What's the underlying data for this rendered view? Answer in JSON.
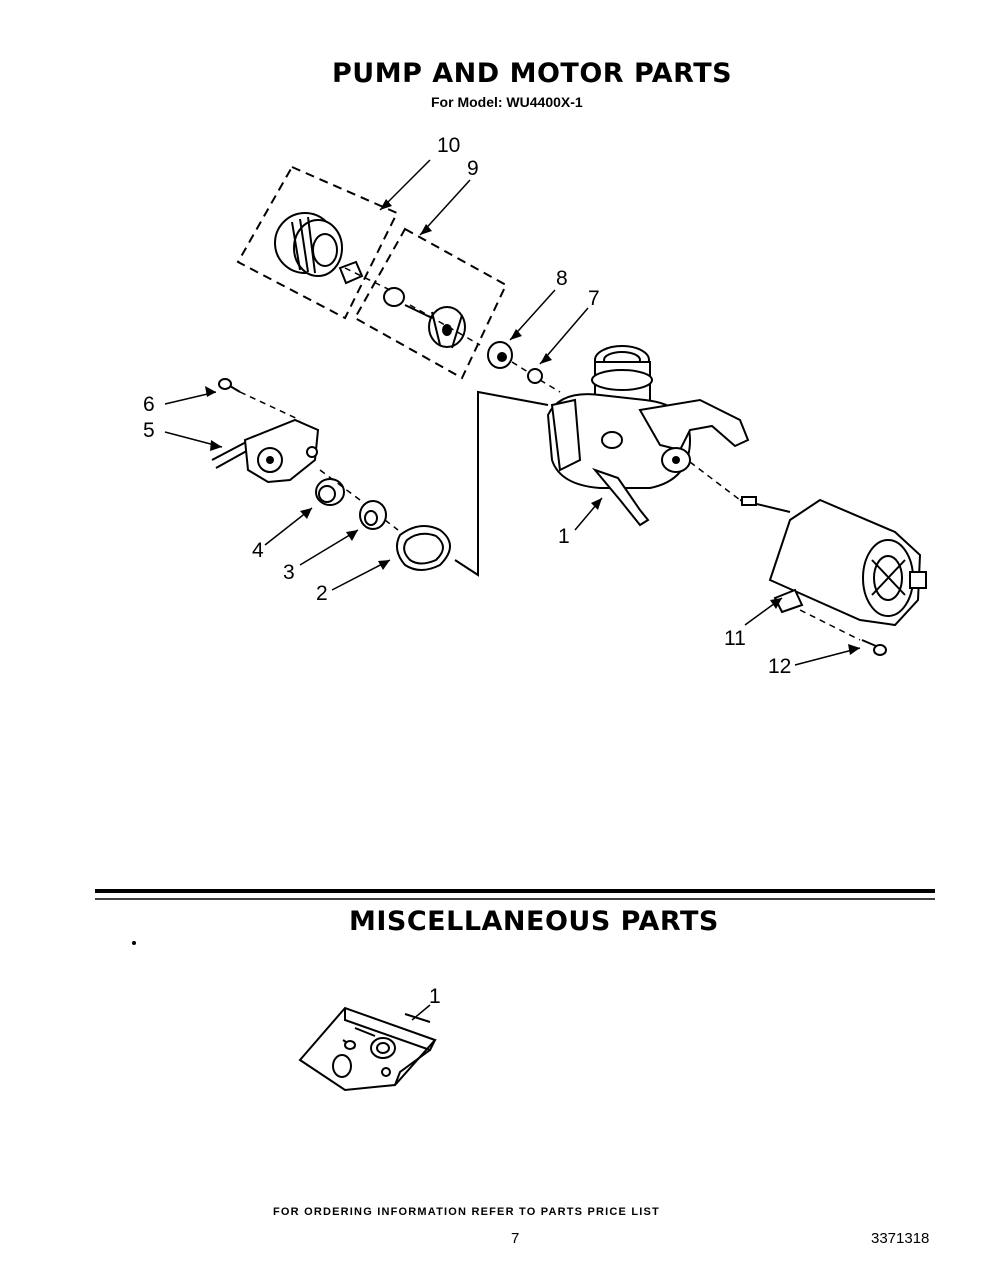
{
  "pump_section": {
    "title": "PUMP AND MOTOR PARTS",
    "subtitle": "For Model: WU4400X-1",
    "callouts": {
      "c1": "1",
      "c2": "2",
      "c3": "3",
      "c4": "4",
      "c5": "5",
      "c6": "6",
      "c7": "7",
      "c8": "8",
      "c9": "9",
      "c10": "10",
      "c11": "11",
      "c12": "12"
    }
  },
  "misc_section": {
    "title": "MISCELLANEOUS PARTS",
    "callouts": {
      "c1": "1"
    }
  },
  "footer": {
    "ordering_note": "FOR ORDERING INFORMATION REFER TO PARTS PRICE LIST",
    "page_number": "7",
    "doc_number": "3371318"
  }
}
